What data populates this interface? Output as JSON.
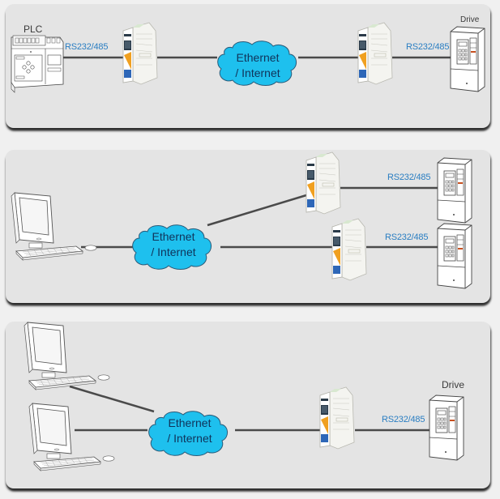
{
  "diagram": {
    "title": "Serial-to-Ethernet gateway topologies",
    "colors": {
      "panel_bg": "#e4e4e4",
      "page_bg": "#f0f0f0",
      "cloud_fill": "#1ec0ee",
      "cloud_text": "#10335a",
      "serial_label": "#2a7ec2",
      "link_line": "#4a4a4a"
    },
    "panels": [
      {
        "id": "plc-to-drive",
        "nodes": {
          "left_device": {
            "type": "plc-icon",
            "label": "PLC"
          },
          "gateway_left": {
            "type": "gateway-icon"
          },
          "network": {
            "type": "cloud-icon",
            "line1": "Ethernet",
            "line2": "/ Internet"
          },
          "gateway_right": {
            "type": "gateway-icon"
          },
          "right_device": {
            "type": "drive-icon",
            "label": "Drive"
          }
        },
        "links": [
          {
            "from": "PLC",
            "to": "gateway_left",
            "label": "RS232/485"
          },
          {
            "from": "gateway_left",
            "to": "network",
            "label": ""
          },
          {
            "from": "network",
            "to": "gateway_right",
            "label": ""
          },
          {
            "from": "gateway_right",
            "to": "Drive",
            "label": "RS232/485"
          }
        ]
      },
      {
        "id": "pc-to-two-drives",
        "nodes": {
          "left_device": {
            "type": "computer-icon",
            "label": ""
          },
          "network": {
            "type": "cloud-icon",
            "line1": "Ethernet",
            "line2": "/ Internet"
          },
          "gateway_top": {
            "type": "gateway-icon"
          },
          "gateway_bottom": {
            "type": "gateway-icon"
          },
          "drive_top": {
            "type": "drive-icon",
            "label": ""
          },
          "drive_bottom": {
            "type": "drive-icon",
            "label": ""
          }
        },
        "links": [
          {
            "from": "computer",
            "to": "network",
            "label": ""
          },
          {
            "from": "network",
            "to": "gateway_top",
            "label": ""
          },
          {
            "from": "network",
            "to": "gateway_bottom",
            "label": ""
          },
          {
            "from": "gateway_top",
            "to": "drive_top",
            "label": "RS232/485"
          },
          {
            "from": "gateway_bottom",
            "to": "drive_bottom",
            "label": "RS232/485"
          }
        ]
      },
      {
        "id": "two-pcs-to-drive",
        "nodes": {
          "computer_top": {
            "type": "computer-icon",
            "label": ""
          },
          "computer_bottom": {
            "type": "computer-icon",
            "label": ""
          },
          "network": {
            "type": "cloud-icon",
            "line1": "Ethernet",
            "line2": "/ Internet"
          },
          "gateway": {
            "type": "gateway-icon"
          },
          "right_device": {
            "type": "drive-icon",
            "label": "Drive"
          }
        },
        "links": [
          {
            "from": "computer_top",
            "to": "network",
            "label": ""
          },
          {
            "from": "computer_bottom",
            "to": "network",
            "label": ""
          },
          {
            "from": "network",
            "to": "gateway",
            "label": ""
          },
          {
            "from": "gateway",
            "to": "Drive",
            "label": "RS232/485"
          }
        ]
      }
    ]
  }
}
